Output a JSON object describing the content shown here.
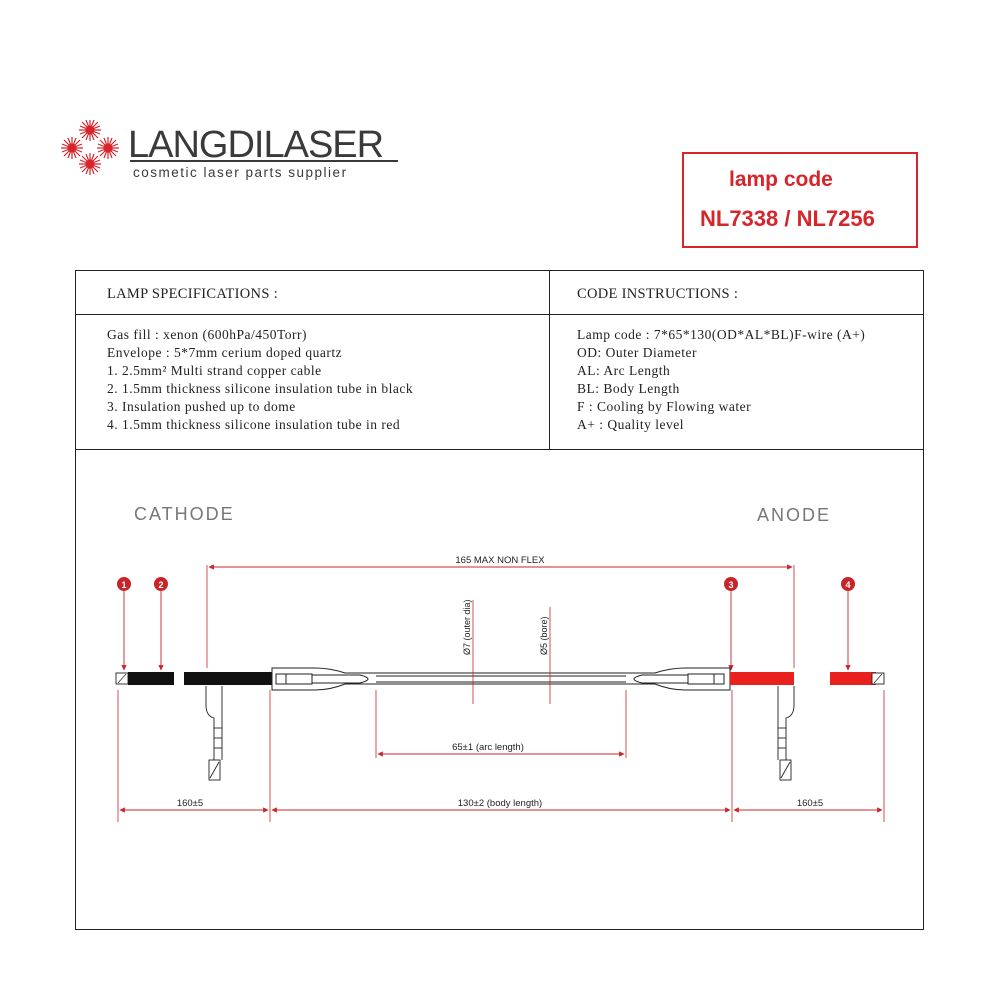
{
  "brand": {
    "name": "LANGDILASER",
    "tagline": "cosmetic laser parts supplier",
    "accent_color": "#d6252b"
  },
  "lamp_code_box": {
    "title": "lamp code",
    "values": "NL7338 / NL7256"
  },
  "specifications": {
    "heading": "LAMP SPECIFICATIONS :",
    "lines": [
      "Gas fill : xenon (600hPa/450Torr)",
      "Envelope : 5*7mm cerium doped quartz",
      "1. 2.5mm² Multi strand copper cable",
      "2. 1.5mm thickness silicone insulation tube in  black",
      "3.  Insulation pushed up to dome",
      "4. 1.5mm thickness silicone insulation tube in red"
    ]
  },
  "code_instructions": {
    "heading": "CODE INSTRUCTIONS :",
    "lines": [
      "Lamp code : 7*65*130(OD*AL*BL)F-wire (A+)",
      "OD: Outer Diameter",
      "AL: Arc Length",
      "BL: Body Length",
      "F   : Cooling by Flowing water",
      "A+ : Quality level"
    ]
  },
  "drawing": {
    "cathode_label": "CATHODE",
    "anode_label": "ANODE",
    "markers": [
      "1",
      "2",
      "3",
      "4"
    ],
    "dimensions": {
      "max_non_flex": "165 MAX NON FLEX",
      "outer_dia": "Ø7 (outer dia)",
      "bore": "Ø5 (bore)",
      "arc_length": "65±1 (arc length)",
      "body_length": "130±2 (body length)",
      "left_lead": "160±5",
      "right_lead": "160±5"
    },
    "colors": {
      "black_tube": "#111111",
      "red_tube": "#e8201e",
      "marker": "#c8242a",
      "dimension_line": "#c8242a"
    }
  }
}
